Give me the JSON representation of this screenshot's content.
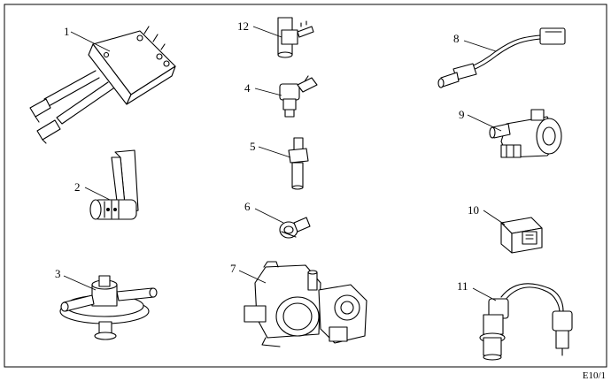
{
  "figure_code": "E10/1",
  "callouts": [
    {
      "id": "1",
      "label": "1",
      "part": "ignition-coil"
    },
    {
      "id": "2",
      "label": "2",
      "part": "fuel-pump"
    },
    {
      "id": "3",
      "label": "3",
      "part": "pressure-regulator"
    },
    {
      "id": "4",
      "label": "4",
      "part": "injector"
    },
    {
      "id": "5",
      "label": "5",
      "part": "temperature-sensor"
    },
    {
      "id": "6",
      "label": "6",
      "part": "knock-sensor"
    },
    {
      "id": "7",
      "label": "7",
      "part": "throttle-body"
    },
    {
      "id": "8",
      "label": "8",
      "part": "oxygen-sensor"
    },
    {
      "id": "9",
      "label": "9",
      "part": "canister-purge-valve"
    },
    {
      "id": "10",
      "label": "10",
      "part": "relay"
    },
    {
      "id": "11",
      "label": "11",
      "part": "speed-sensor"
    },
    {
      "id": "12",
      "label": "12",
      "part": "pressure-sensor"
    }
  ],
  "colors": {
    "line": "#000000",
    "background": "#ffffff"
  }
}
